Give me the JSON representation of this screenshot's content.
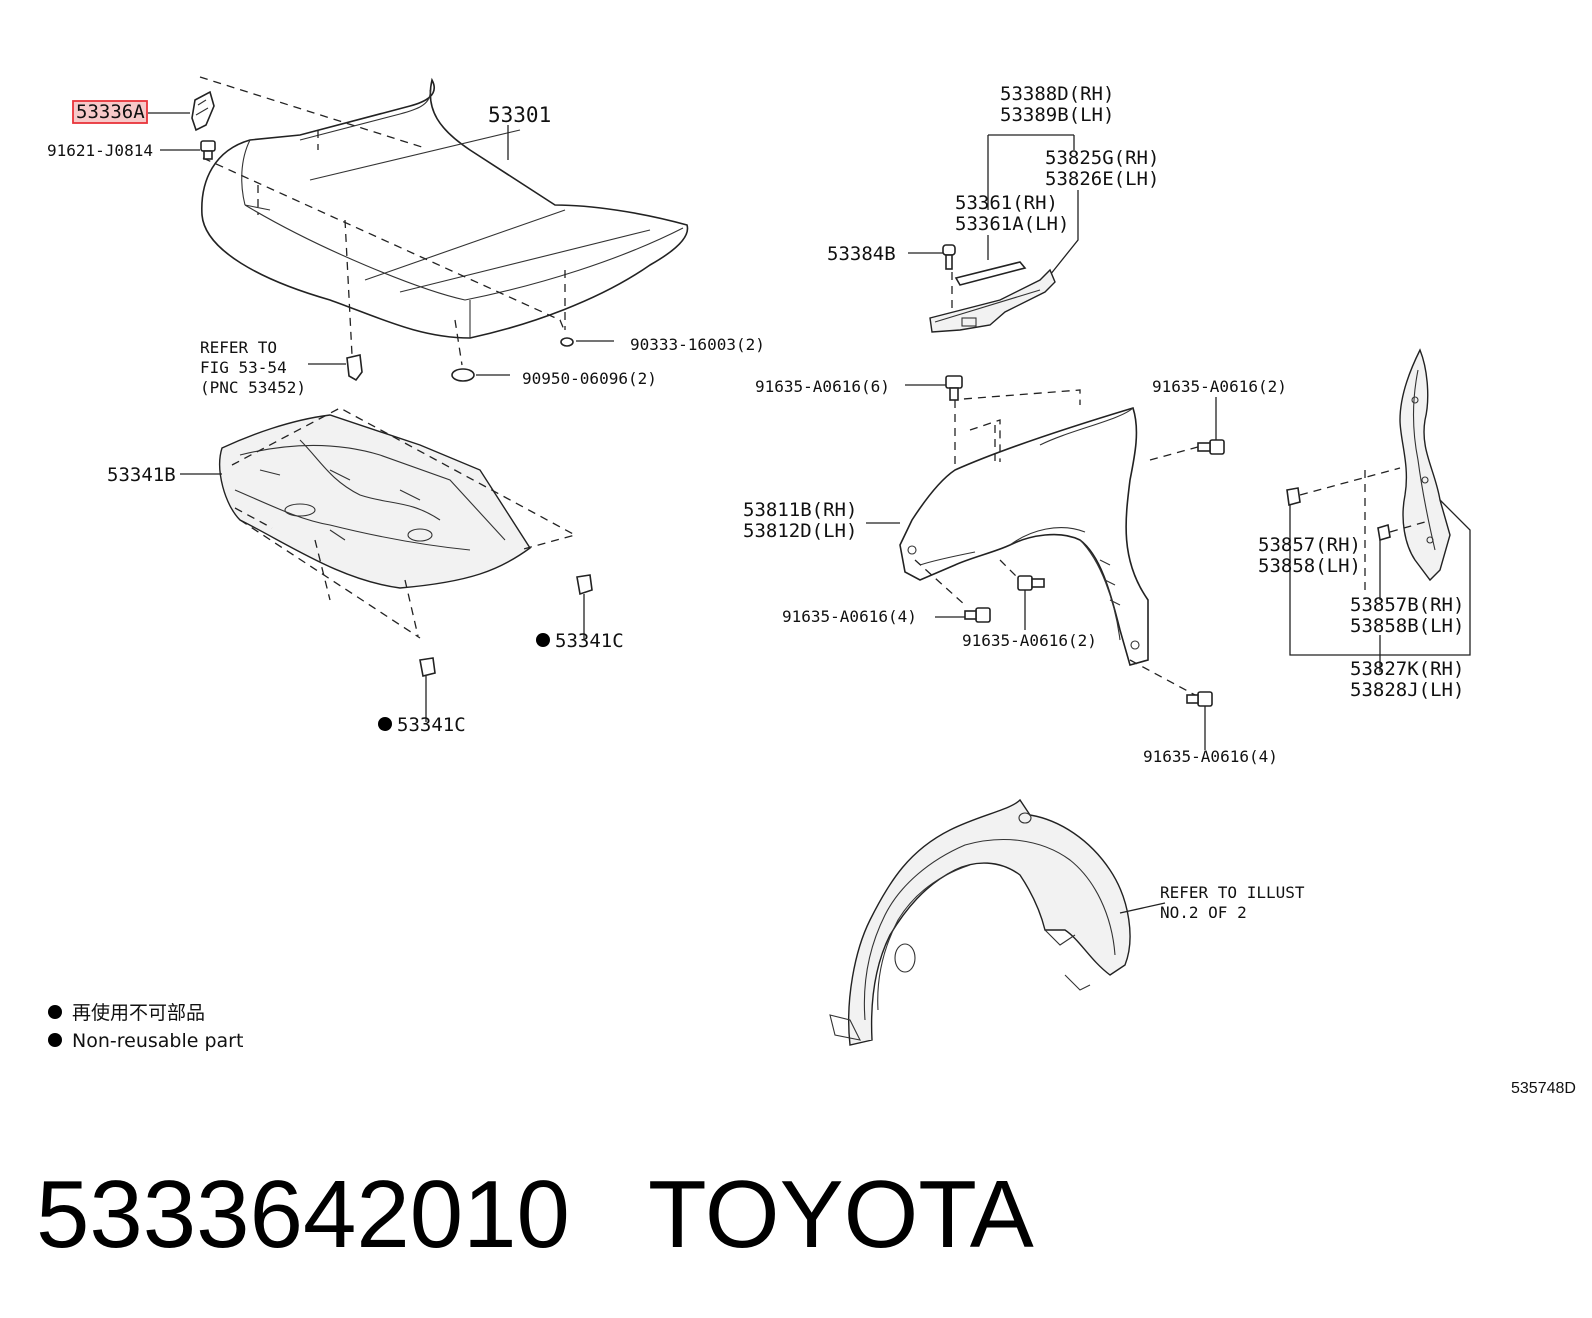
{
  "labels": {
    "hood_support": "53336A",
    "hood_support_bolt": "91621-J0814",
    "hood": "53301",
    "refer_fig_1": "REFER TO",
    "refer_fig_2": "FIG 53-54",
    "refer_fig_3": "(PNC 53452)",
    "cushion_1": "90333-16003(2)",
    "plug": "90950-06096(2)",
    "insulator": "53341B",
    "clip_1": "53341C",
    "clip_2": "53341C",
    "seal_rh": "53388D(RH)",
    "seal_lh": "53389B(LH)",
    "bracket_rh": "53825G(RH)",
    "bracket_lh": "53826E(LH)",
    "retainer_rh": "53361(RH)",
    "retainer_lh": "53361A(LH)",
    "clip_b": "53384B",
    "bolt_top": "91635-A0616(6)",
    "bolt_right": "91635-A0616(2)",
    "fender_rh": "53811B(RH)",
    "fender_lh": "53812D(LH)",
    "bolt_front": "91635-A0616(4)",
    "bolt_mid": "91635-A0616(2)",
    "bolt_bottom": "91635-A0616(4)",
    "liner_clip_rh": "53857(RH)",
    "liner_clip_lh": "53858(LH)",
    "liner_clip_b_rh": "53857B(RH)",
    "liner_clip_b_lh": "53858B(LH)",
    "fender_liner_rh": "53827K(RH)",
    "fender_liner_lh": "53828J(LH)",
    "refer_illust_1": "REFER TO ILLUST",
    "refer_illust_2": "NO.2 OF 2"
  },
  "legend": {
    "line_jp": "再使用不可部品",
    "line_en": "Non-reusable part"
  },
  "figure_code": "535748D",
  "footer": {
    "part_number": "5333642010",
    "brand": "TOYOTA"
  },
  "colors": {
    "highlight": "#e8343a",
    "highlight_fill": "#f7c9c9",
    "ink": "#111111"
  }
}
